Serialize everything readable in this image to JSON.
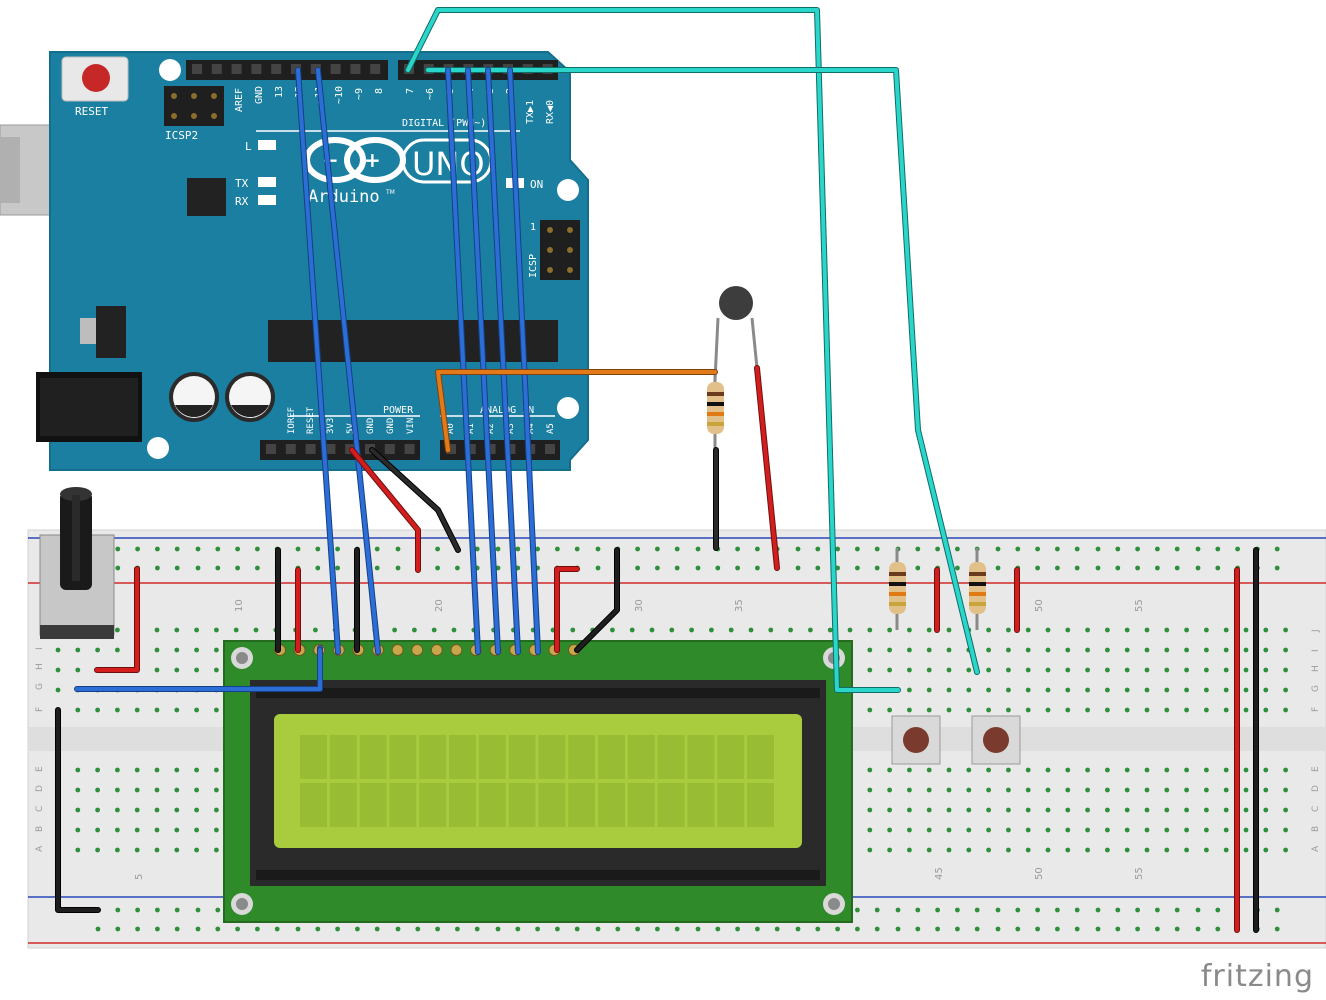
{
  "arduino": {
    "reset_label": "RESET",
    "icsp2_label": "ICSP2",
    "icsp_label": "ICSP",
    "icsp_pin_label": "1",
    "brand_text": "Arduino",
    "tm_mark": "TM",
    "model_text": "UNO",
    "digital_label": "DIGITAL (PWM~)",
    "power_label": "POWER",
    "analog_label": "ANALOG IN",
    "on_label": "ON",
    "l_label": "L",
    "tx_label": "TX",
    "rx_label": "RX",
    "top_header_labels": [
      "AREF",
      "GND",
      "13",
      "12",
      "~11",
      "~10",
      "~9",
      "8"
    ],
    "top_header2_labels": [
      "7",
      "~6",
      "~5",
      "4",
      "~3",
      "2",
      "TX▶1",
      "RX◀0"
    ],
    "power_header_labels": [
      "IOREF",
      "RESET",
      "3V3",
      "5V",
      "GND",
      "GND",
      "VIN"
    ],
    "analog_header_labels": [
      "A0",
      "A1",
      "A2",
      "A3",
      "A4",
      "A5"
    ],
    "colors": {
      "board": "#1a7fa0",
      "board_edge": "#146f8d",
      "silk": "#ffffff"
    }
  },
  "breadboard": {
    "column_numbers_top": [
      "10",
      "20",
      "30",
      "35",
      "50",
      "55"
    ],
    "column_numbers_bottom": [
      "5",
      "45",
      "50",
      "55"
    ],
    "row_letters_left_top": [
      "I",
      "H",
      "G",
      "F"
    ],
    "row_letters_left_bottom": [
      "E",
      "D",
      "C",
      "B",
      "A"
    ],
    "row_letters_right_top": [
      "J",
      "I",
      "H",
      "G",
      "F"
    ],
    "row_letters_right_bottom": [
      "E",
      "D",
      "C",
      "B",
      "A"
    ],
    "colors": {
      "body": "#e9e9e9",
      "hole": "#2f8f3a",
      "rail_red": "#d12b2b",
      "rail_blue": "#2a48b8"
    }
  },
  "lcd": {
    "colors": {
      "pcb": "#2f8a2a",
      "bezel": "#2a2a2a",
      "screen": "#a8cc3e",
      "cell": "#98bd34"
    }
  },
  "components": [
    "potentiometer-icon",
    "thermistor-icon",
    "resistor-icon",
    "pushbutton-icon"
  ],
  "wire_colors": {
    "blue": "#2b6fd6",
    "cyan": "#29d6c9",
    "red": "#d41e1e",
    "black": "#1e1e1e",
    "orange": "#e37a1a"
  },
  "watermark": "fritzing"
}
